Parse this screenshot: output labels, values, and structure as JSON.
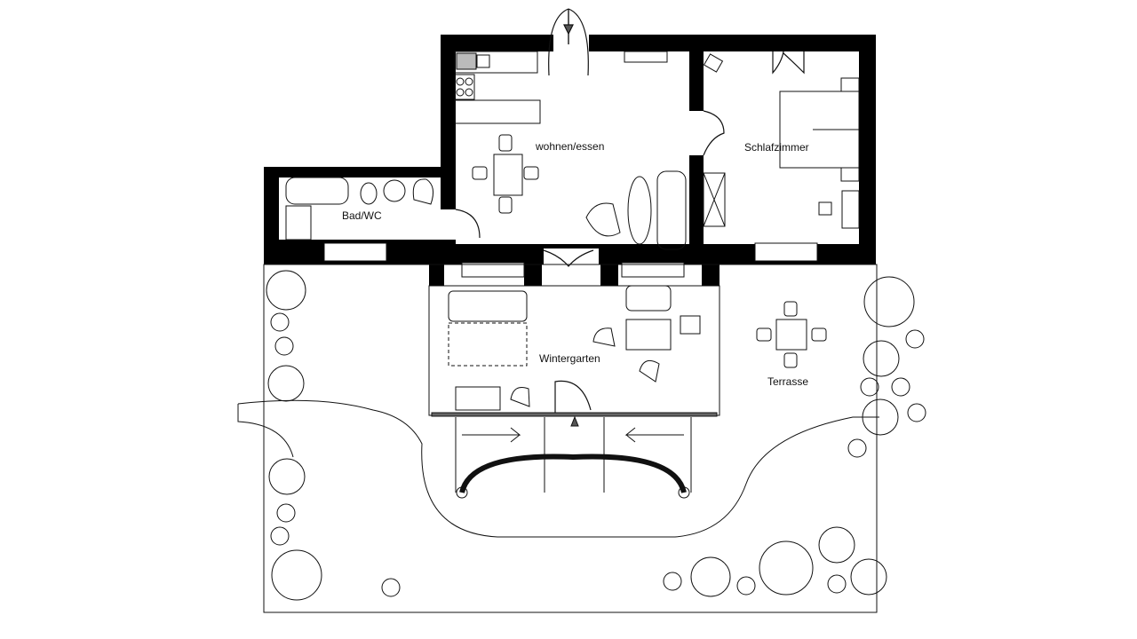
{
  "plan": {
    "rooms": {
      "living": "wohnen/essen",
      "bedroom": "Schlafzimmer",
      "bath": "Bad/WC",
      "wintergarden": "Wintergarten",
      "terrace": "Terrasse"
    },
    "colors": {
      "wall": "#000000",
      "line": "#111111",
      "background": "#ffffff"
    }
  }
}
